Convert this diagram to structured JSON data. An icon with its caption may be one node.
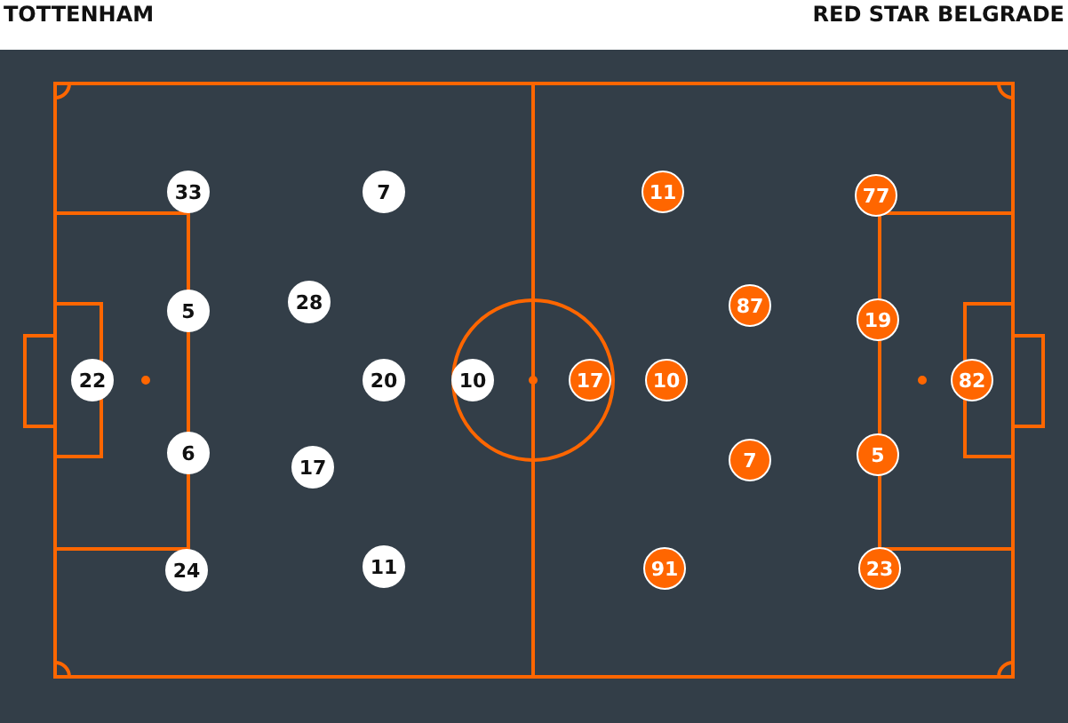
{
  "diagram": {
    "nodes": [
      {
        "text": [
          "33"
        ]
      },
      {
        "text": [
          "7"
        ]
      },
      {
        "text": [
          "28"
        ]
      },
      {
        "text": [
          "5"
        ]
      },
      {
        "text": [
          "22"
        ]
      },
      {
        "text": [
          "20"
        ]
      },
      {
        "text": [
          "10"
        ]
      },
      {
        "text": [
          "6"
        ]
      },
      {
        "text": [
          "17"
        ]
      },
      {
        "text": [
          "11"
        ]
      },
      {
        "text": [
          "24"
        ]
      },
      {
        "text": [
          "11"
        ]
      },
      {
        "text": [
          "77"
        ]
      },
      {
        "text": [
          "87"
        ]
      },
      {
        "text": [
          "19"
        ]
      },
      {
        "text": [
          "17"
        ]
      },
      {
        "text": [
          "10"
        ]
      },
      {
        "text": [
          "82"
        ]
      },
      {
        "text": [
          "5"
        ]
      },
      {
        "text": [
          "7"
        ]
      },
      {
        "text": [
          "91"
        ]
      },
      {
        "text": [
          "23"
        ]
      }
    ],
    "labels": [
      "TOTTENHAM",
      "RED STAR BELGRADE"
    ]
  }
}
